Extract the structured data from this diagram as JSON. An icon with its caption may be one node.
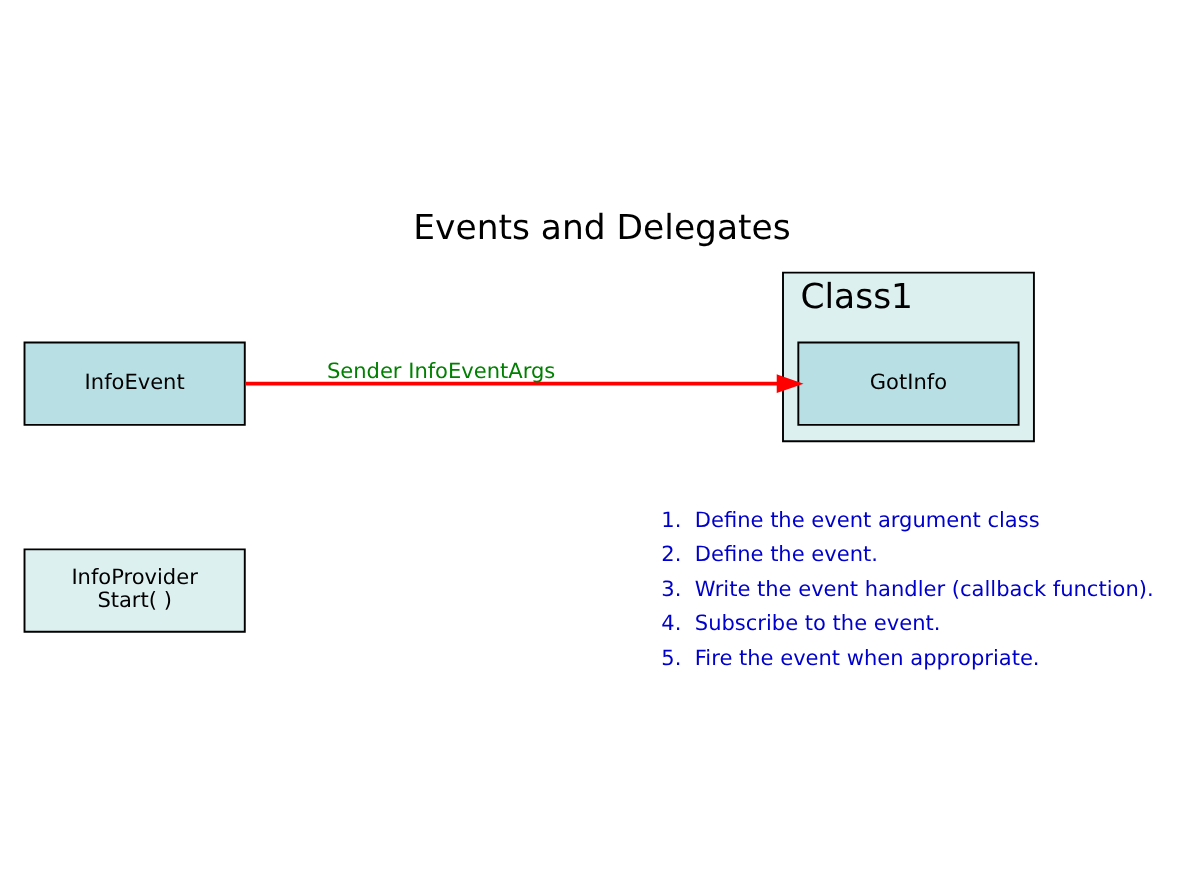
{
  "diagram": {
    "title": "Events and Delegates",
    "nodes": [
      {
        "text": [
          "InfoProvider",
          "Start( )"
        ]
      },
      {
        "text": [
          "InfoEvent"
        ]
      },
      {
        "text": [
          "Class1"
        ]
      },
      {
        "text": [
          "GotInfo"
        ],
        "in": 2
      }
    ],
    "edges": [
      {
        "from": 1,
        "to": 3,
        "arrow": "to",
        "label": "Sender InfoEventArgs",
        "color": "#ff0000"
      }
    ],
    "labels": [
      "1.  Define the event argument class",
      "2.  Define the event.",
      "3.  Write the event handler (callback function).",
      "4.  Subscribe to the event.",
      "5.  Fire the event when appropriate."
    ]
  }
}
